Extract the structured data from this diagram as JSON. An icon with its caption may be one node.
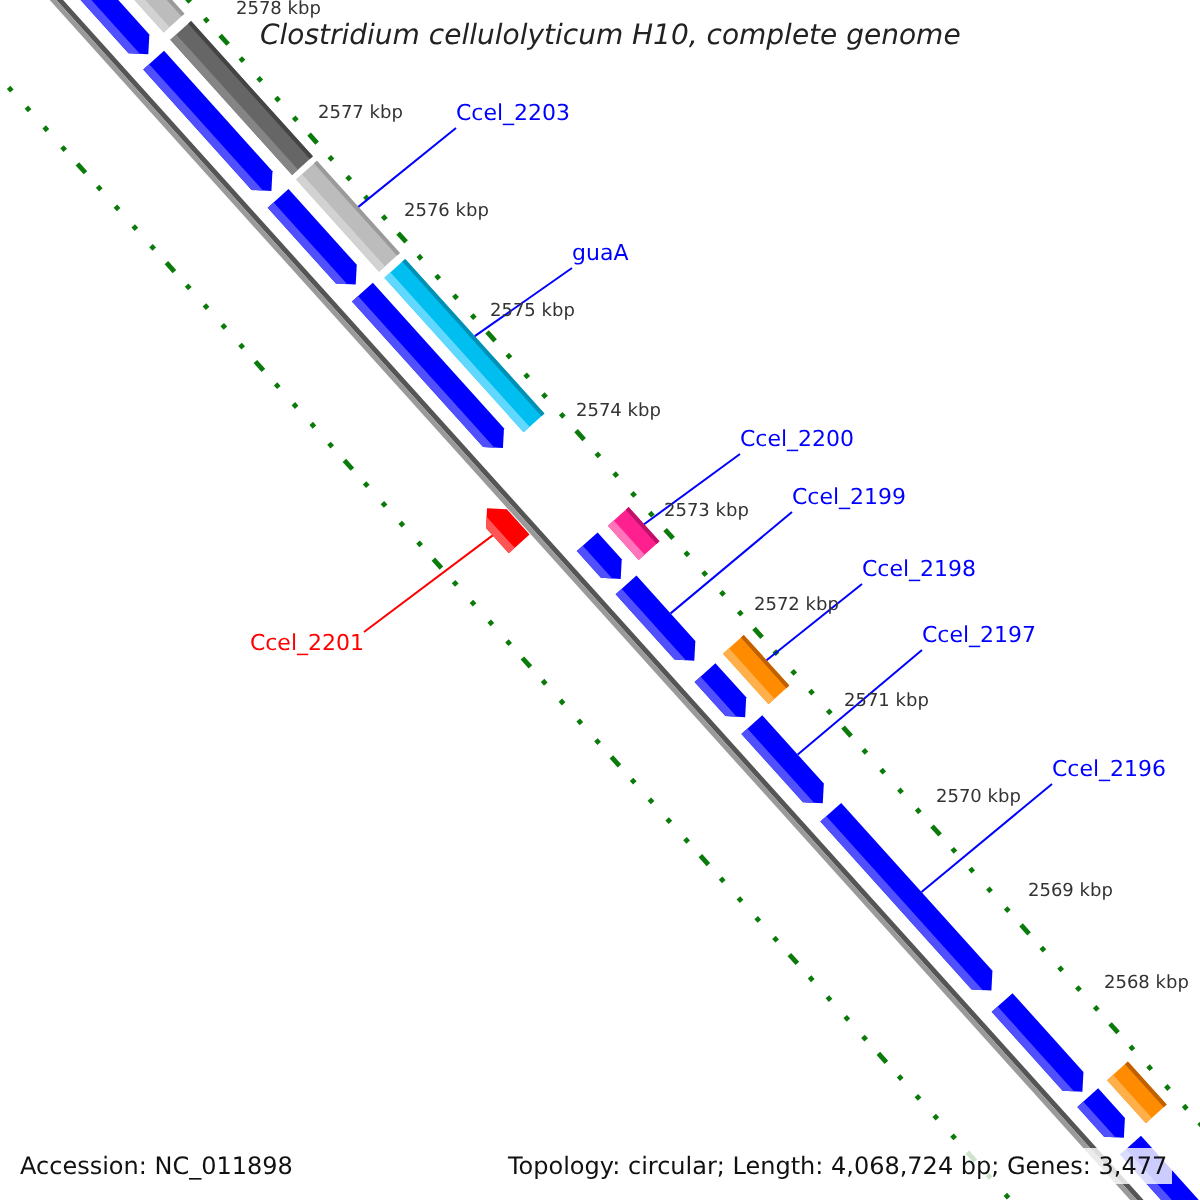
{
  "diagram": {
    "title": "Clostridium cellulolyticum H10, complete genome",
    "nodes": [
      {
        "text": [
          "Ccel_2203"
        ]
      },
      {
        "text": [
          "guaA"
        ]
      },
      {
        "text": [
          "Ccel_2200"
        ]
      },
      {
        "text": [
          "Ccel_2199"
        ]
      },
      {
        "text": [
          "Ccel_2198"
        ]
      },
      {
        "text": [
          "Ccel_2197"
        ]
      },
      {
        "text": [
          "Ccel_2196"
        ]
      },
      {
        "text": [
          "Ccel_2201"
        ]
      },
      {
        "text": [],
        "shape": "bar"
      },
      {
        "text": [],
        "shape": "arrow"
      },
      {
        "text": [],
        "shape": "bar"
      },
      {
        "text": [],
        "shape": "arrow"
      },
      {
        "text": [],
        "shape": "bar"
      },
      {
        "text": [],
        "shape": "arrow"
      },
      {
        "text": [],
        "shape": "bar"
      },
      {
        "text": [],
        "shape": "arrow"
      },
      {
        "text": [],
        "shape": "arrow"
      },
      {
        "text": [],
        "shape": "bar"
      },
      {
        "text": [],
        "shape": "arrow"
      },
      {
        "text": [],
        "shape": "arrow"
      },
      {
        "text": [],
        "shape": "bar"
      },
      {
        "text": [],
        "shape": "arrow"
      },
      {
        "text": [],
        "shape": "arrow"
      },
      {
        "text": [],
        "shape": "arrow"
      },
      {
        "text": [],
        "shape": "arrow"
      },
      {
        "text": [],
        "shape": "bar"
      },
      {
        "text": [],
        "shape": "arrow"
      },
      {
        "text": [],
        "shape": "arrow"
      }
    ],
    "edges": [
      {
        "from": 0,
        "to": 12,
        "arrow": "none"
      },
      {
        "from": 1,
        "to": 14,
        "arrow": "none"
      },
      {
        "from": 2,
        "to": 17,
        "arrow": "none"
      },
      {
        "from": 3,
        "to": 19,
        "arrow": "none"
      },
      {
        "from": 4,
        "to": 20,
        "arrow": "none"
      },
      {
        "from": 5,
        "to": 22,
        "arrow": "none"
      },
      {
        "from": 6,
        "to": 23,
        "arrow": "none"
      },
      {
        "from": 7,
        "to": 16,
        "arrow": "none",
        "color": "#ff0000"
      }
    ],
    "labels": [
      "2578 kbp",
      "2577 kbp",
      "2576 kbp",
      "2575 kbp",
      "2574 kbp",
      "2573 kbp",
      "2572 kbp",
      "2571 kbp",
      "2570 kbp",
      "2569 kbp",
      "2568 kbp",
      "Accession: NC_011898",
      "Topology: circular; Length: 4,068,724 bp; Genes: 3,477"
    ]
  }
}
